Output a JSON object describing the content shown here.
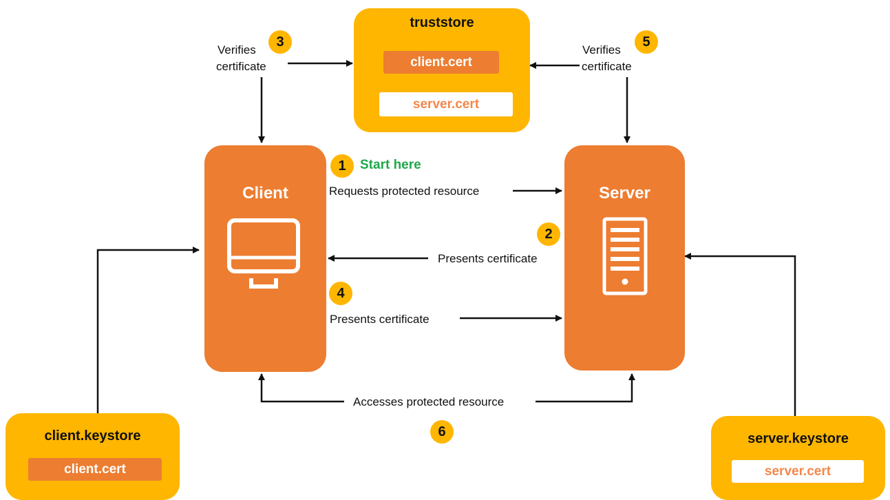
{
  "truststore": {
    "title": "truststore",
    "certs": [
      "client.cert",
      "server.cert"
    ]
  },
  "client": {
    "title": "Client",
    "icon": "monitor-icon"
  },
  "server": {
    "title": "Server",
    "icon": "server-tower-icon"
  },
  "client_keystore": {
    "title": "client.keystore",
    "cert": "client.cert"
  },
  "server_keystore": {
    "title": "server.keystore",
    "cert": "server.cert"
  },
  "steps": [
    {
      "number": "1",
      "label": "Requests protected resource",
      "note": "Start here"
    },
    {
      "number": "2",
      "label": "Presents certificate"
    },
    {
      "number": "3",
      "label_line1": "Verifies",
      "label_line2": "certificate"
    },
    {
      "number": "4",
      "label": "Presents certificate"
    },
    {
      "number": "5",
      "label_line1": "Verifies",
      "label_line2": "certificate"
    },
    {
      "number": "6",
      "label": "Accesses protected resource"
    }
  ],
  "colors": {
    "store_yellow": "#FFB600",
    "actor_orange": "#ED7D31",
    "start_green": "#1FA84A",
    "server_cert_text": "#F4874B"
  }
}
